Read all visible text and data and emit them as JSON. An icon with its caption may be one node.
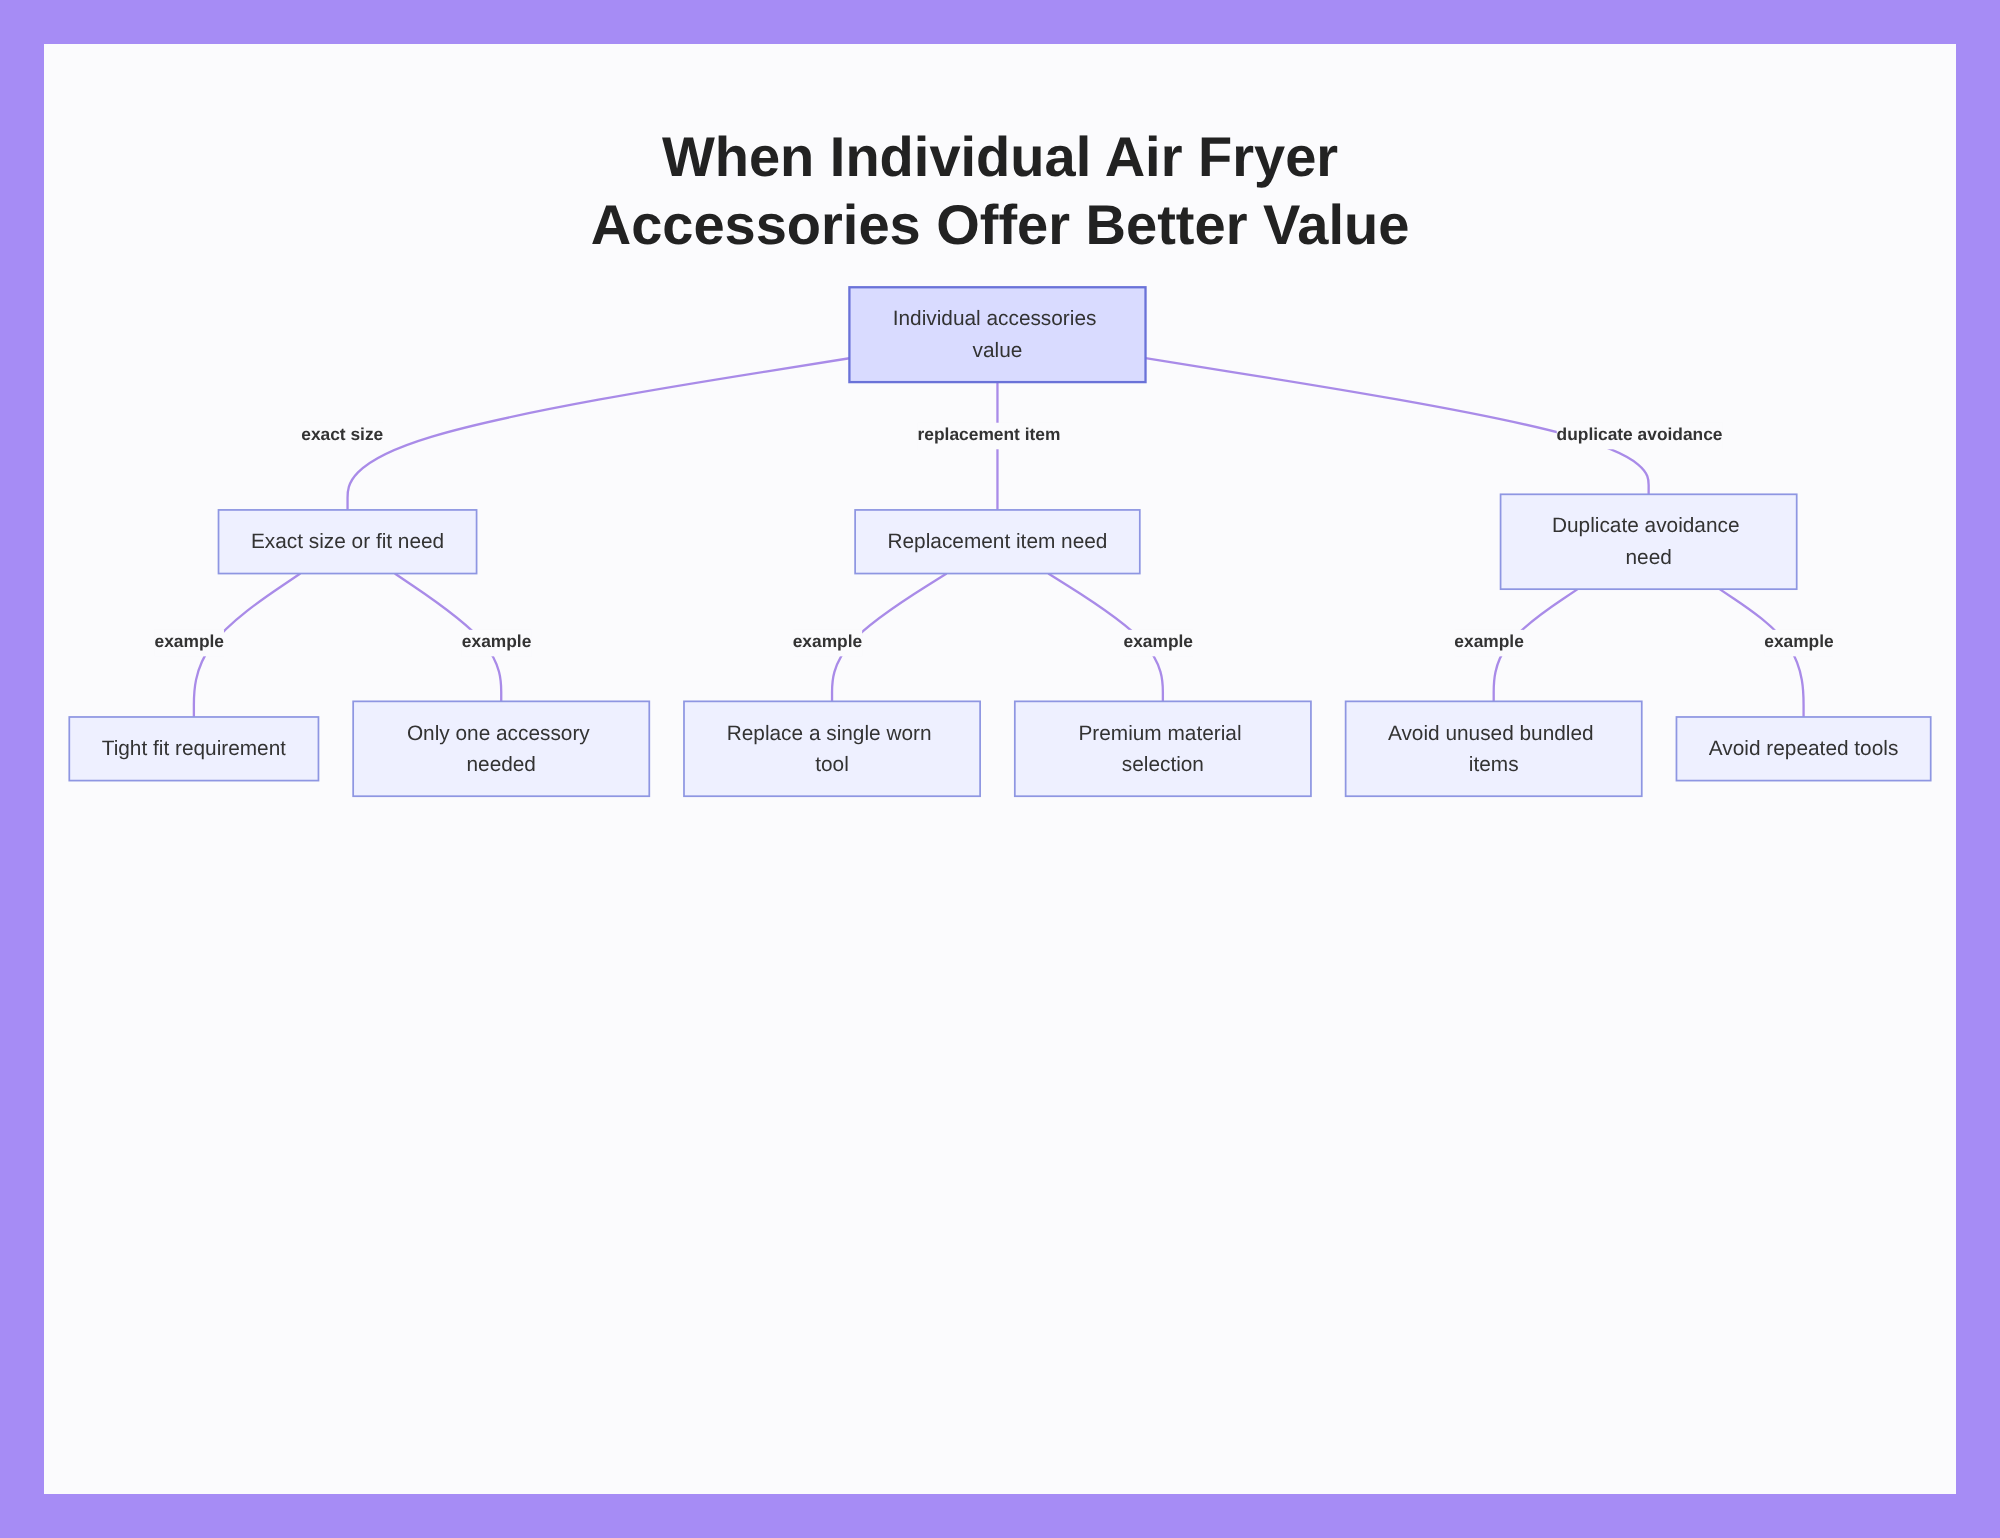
{
  "diagram": {
    "title": "When Individual Air Fryer Accessories Offer Better Value",
    "nodes": [
      {
        "text": [
          "Individual accessories value"
        ]
      },
      {
        "text": [
          "Exact size or fit need"
        ]
      },
      {
        "text": [
          "Replacement item need"
        ]
      },
      {
        "text": [
          "Duplicate avoidance need"
        ]
      },
      {
        "text": [
          "Tight fit requirement"
        ]
      },
      {
        "text": [
          "Only one accessory needed"
        ]
      },
      {
        "text": [
          "Replace a single worn tool"
        ]
      },
      {
        "text": [
          "Premium material selection"
        ]
      },
      {
        "text": [
          "Avoid unused bundled items"
        ]
      },
      {
        "text": [
          "Avoid repeated tools"
        ]
      }
    ],
    "edges": [
      {
        "from": 0,
        "to": 1,
        "label": "exact size",
        "arrow": "none"
      },
      {
        "from": 0,
        "to": 2,
        "label": "replacement item",
        "arrow": "none"
      },
      {
        "from": 0,
        "to": 3,
        "label": "duplicate avoidance",
        "arrow": "none"
      },
      {
        "from": 1,
        "to": 4,
        "label": "example",
        "arrow": "none"
      },
      {
        "from": 1,
        "to": 5,
        "label": "example",
        "arrow": "none"
      },
      {
        "from": 2,
        "to": 6,
        "label": "example",
        "arrow": "none"
      },
      {
        "from": 2,
        "to": 7,
        "label": "example",
        "arrow": "none"
      },
      {
        "from": 3,
        "to": 8,
        "label": "example",
        "arrow": "none"
      },
      {
        "from": 3,
        "to": 9,
        "label": "example",
        "arrow": "none"
      }
    ]
  }
}
